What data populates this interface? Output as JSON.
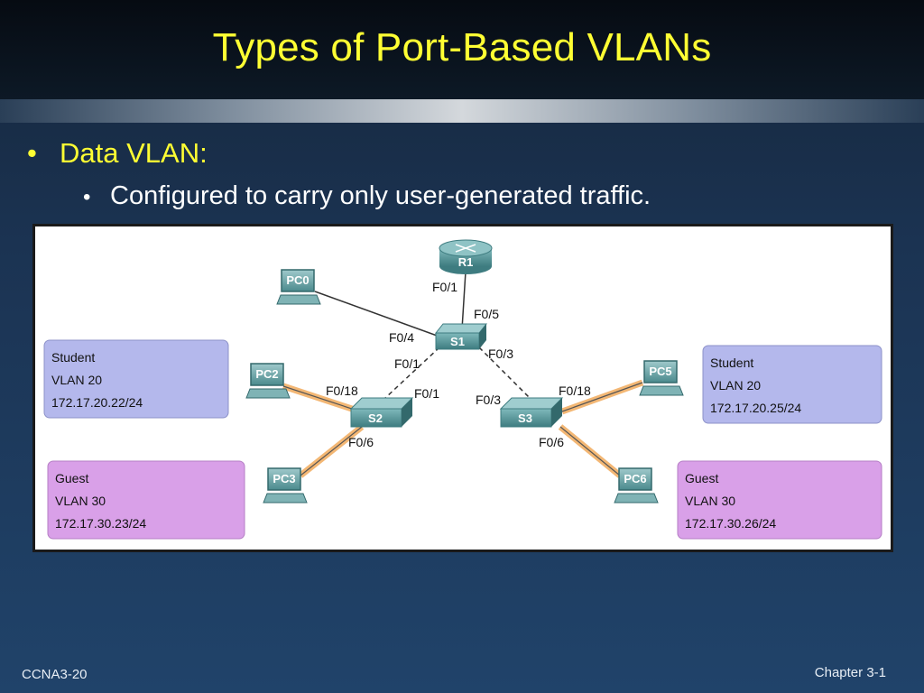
{
  "slide": {
    "title": "Types of Port-Based VLANs",
    "bullet_level1": "Data VLAN:",
    "bullet_level2": "Configured to carry only user-generated traffic.",
    "bullet_glyph": "•"
  },
  "footer": {
    "left": "CCNA3-20",
    "right": "Chapter 3-1"
  },
  "diagram": {
    "devices": {
      "router": "R1",
      "s1": "S1",
      "s2": "S2",
      "s3": "S3",
      "pc0": "PC0",
      "pc2": "PC2",
      "pc3": "PC3",
      "pc5": "PC5",
      "pc6": "PC6"
    },
    "ports": {
      "r1_f01": "F0/1",
      "s1_f05": "F0/5",
      "s1_f04": "F0/4",
      "s1_f01": "F0/1",
      "s1_f03": "F0/3",
      "s2_f01": "F0/1",
      "s2_f018": "F0/18",
      "s2_f06": "F0/6",
      "s3_f03": "F0/3",
      "s3_f018": "F0/18",
      "s3_f06": "F0/6"
    },
    "boxes": {
      "student_left": {
        "name": "Student",
        "vlan": "VLAN 20",
        "ip": "172.17.20.22/24"
      },
      "guest_left": {
        "name": "Guest",
        "vlan": "VLAN 30",
        "ip": "172.17.30.23/24"
      },
      "student_right": {
        "name": "Student",
        "vlan": "VLAN 20",
        "ip": "172.17.20.25/24"
      },
      "guest_right": {
        "name": "Guest",
        "vlan": "VLAN 30",
        "ip": "172.17.30.26/24"
      }
    },
    "colors": {
      "student_box": "#b4b8ec",
      "guest_box": "#d9a0e8",
      "highlight_link": "#f3b774",
      "device_teal": "#4f8f92"
    }
  }
}
